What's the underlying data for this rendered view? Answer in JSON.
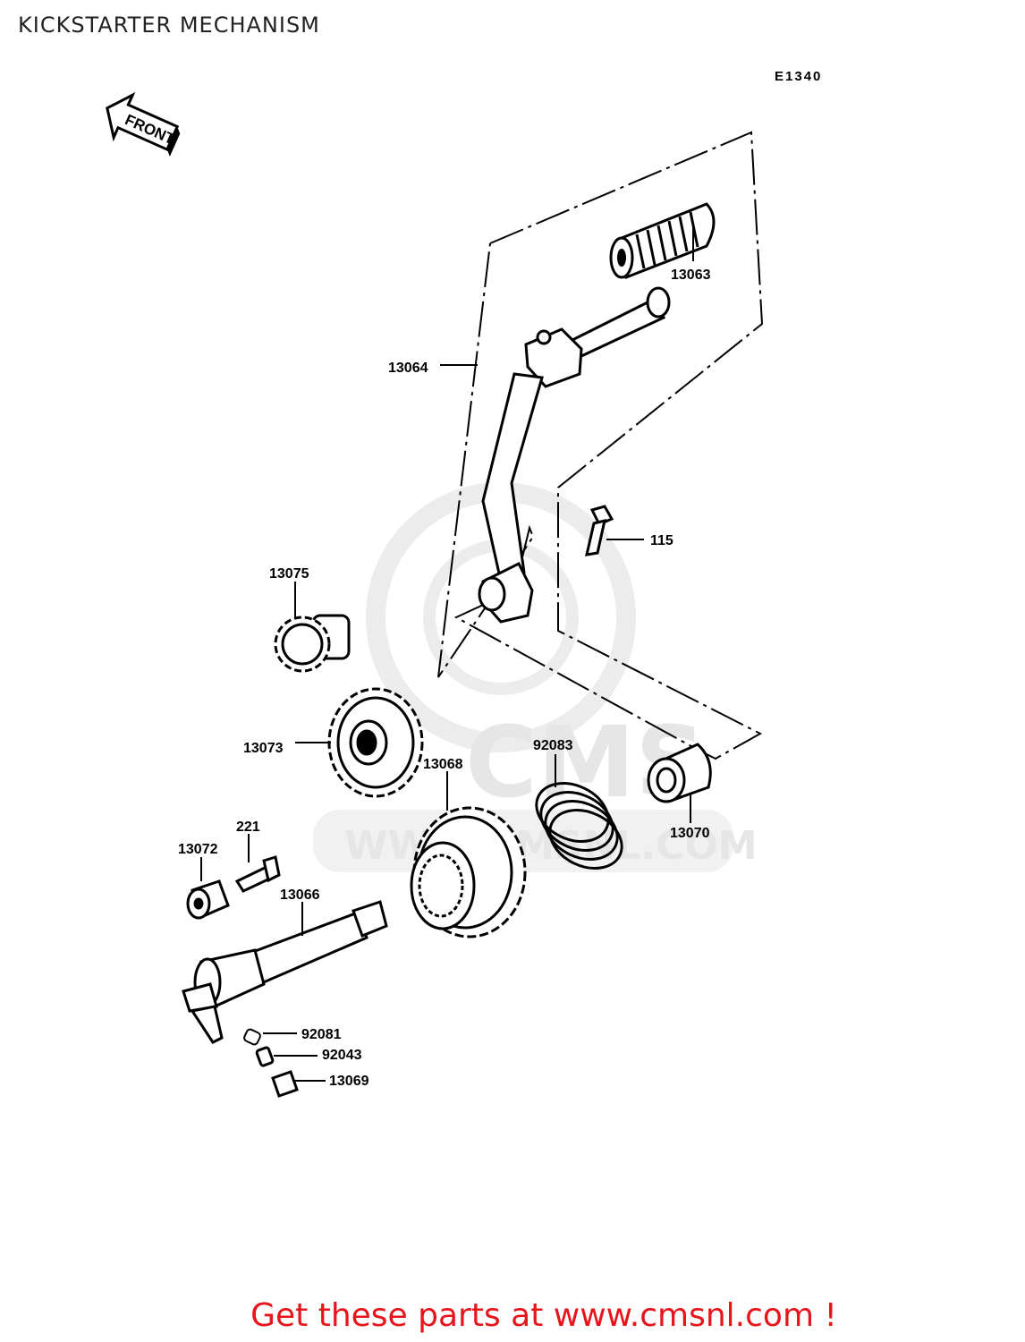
{
  "title": "KICKSTARTER MECHANISM",
  "diagram_ref": "E1340",
  "direction_label": "FRONT",
  "watermark": {
    "brand": "CMS",
    "url": "WWW.CMSNL.COM"
  },
  "parts": [
    {
      "id": "13063",
      "label": "13063"
    },
    {
      "id": "13064",
      "label": "13064"
    },
    {
      "id": "115",
      "label": "115"
    },
    {
      "id": "13075",
      "label": "13075"
    },
    {
      "id": "13073",
      "label": "13073"
    },
    {
      "id": "13068",
      "label": "13068"
    },
    {
      "id": "92083",
      "label": "92083"
    },
    {
      "id": "13070",
      "label": "13070"
    },
    {
      "id": "221",
      "label": "221"
    },
    {
      "id": "13072",
      "label": "13072"
    },
    {
      "id": "13066",
      "label": "13066"
    },
    {
      "id": "92081",
      "label": "92081"
    },
    {
      "id": "92043",
      "label": "92043"
    },
    {
      "id": "13069",
      "label": "13069"
    }
  ],
  "footer": "Get these parts at www.cmsnl.com !",
  "colors": {
    "footer": "#e8141b",
    "watermark": "#e6e6e6",
    "lines": "#000000"
  }
}
